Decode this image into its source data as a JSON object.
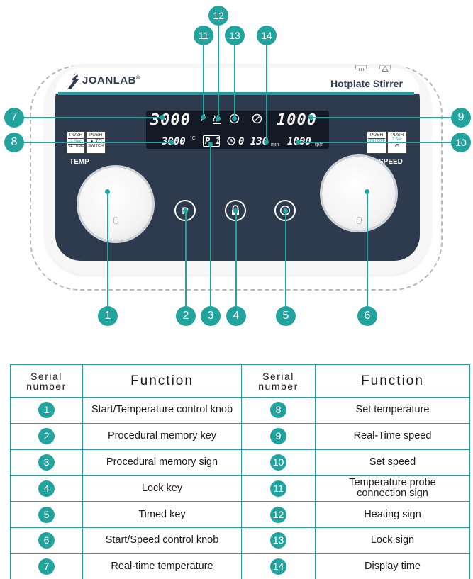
{
  "device": {
    "brand": "JOANLAB",
    "brand_reg": "®",
    "product_name": "Hotplate Stirrer",
    "display": {
      "real_temp": "3000",
      "set_temp": "3000",
      "set_temp_unit": "°C",
      "program": "P 1",
      "time": "0 130",
      "time_unit": "min",
      "real_speed": "1000",
      "set_speed": "1000",
      "set_speed_unit": "rpm"
    },
    "temp_push": {
      "top_left": "PUSH",
      "bottom_left": "2 Sec",
      "setting": "SETTING",
      "top_right": "PUSH",
      "bottom_right": "TO",
      "switch": "SWITCH"
    },
    "speed_push": {
      "top_left": "PUSH",
      "bottom_left": "ON / OFF",
      "top_right": "PUSH",
      "bottom_right": "2 Sec"
    },
    "temp_label": "TEMP",
    "speed_label": "SPEED",
    "key_program_glyph": "P"
  },
  "callouts": [
    "1",
    "2",
    "3",
    "4",
    "5",
    "6",
    "7",
    "8",
    "9",
    "10",
    "11",
    "12",
    "13",
    "14"
  ],
  "table": {
    "header_serial": "Serial\nnumber",
    "header_function": "Function",
    "rows": [
      {
        "left_num": "1",
        "left_func": "Start/Temperature control knob",
        "right_num": "8",
        "right_func": "Set temperature"
      },
      {
        "left_num": "2",
        "left_func": "Procedural memory key",
        "right_num": "9",
        "right_func": "Real-Time speed"
      },
      {
        "left_num": "3",
        "left_func": "Procedural memory sign",
        "right_num": "10",
        "right_func": "Set speed"
      },
      {
        "left_num": "4",
        "left_func": "Lock key",
        "right_num": "11",
        "right_func": "Temperature probe\nconnection sign"
      },
      {
        "left_num": "5",
        "left_func": "Timed key",
        "right_num": "12",
        "right_func": "Heating sign"
      },
      {
        "left_num": "6",
        "left_func": "Start/Speed control knob",
        "right_num": "13",
        "right_func": "Lock sign"
      },
      {
        "left_num": "7",
        "left_func": "Real-time temperature",
        "right_num": "14",
        "right_func": "Display time"
      }
    ]
  },
  "colors": {
    "accent": "#23a39e",
    "panel": "#2e3b4f",
    "display": "#141a25"
  }
}
